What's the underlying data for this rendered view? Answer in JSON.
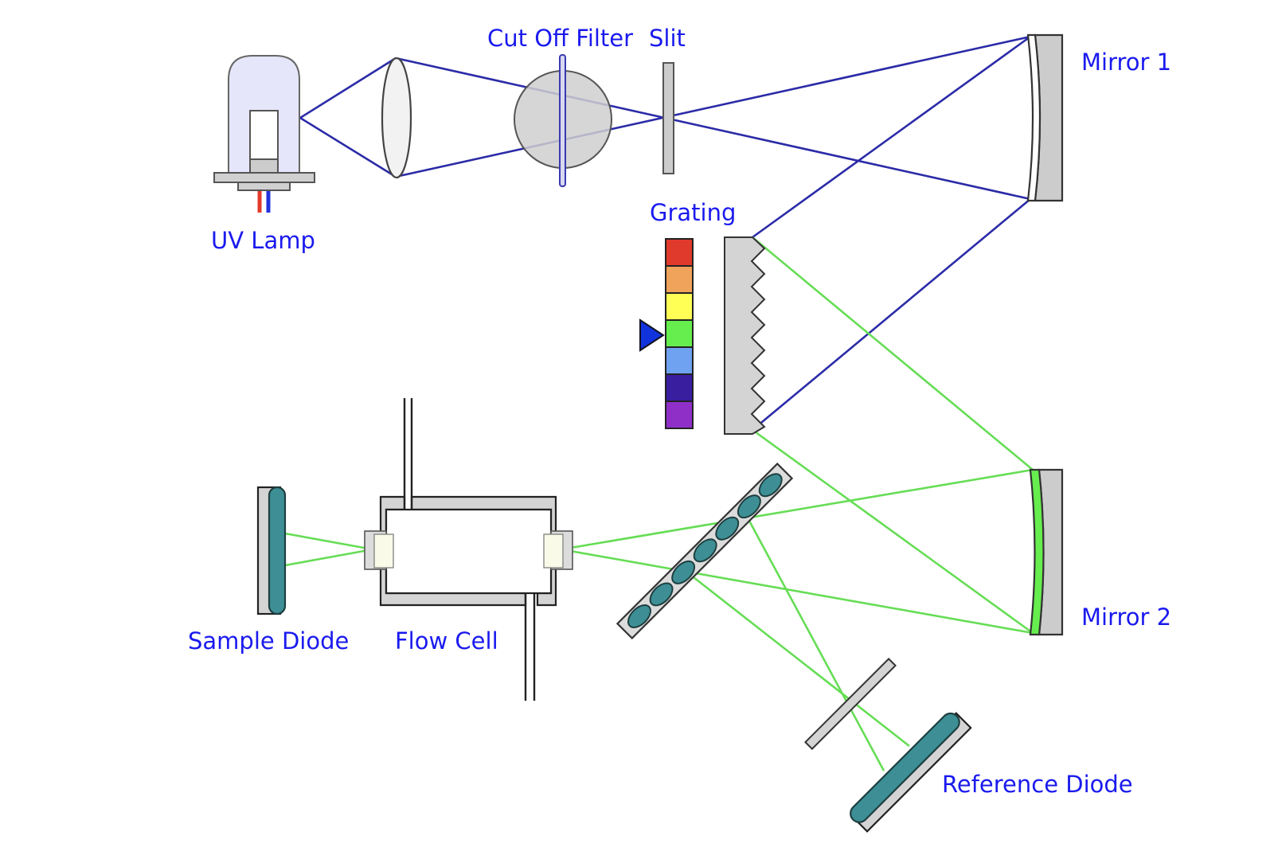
{
  "title": "UV detector optical path diagram",
  "labels": {
    "uv_lamp": "UV Lamp",
    "cut_off_filter": "Cut Off Filter",
    "slit": "Slit",
    "mirror1": "Mirror 1",
    "grating": "Grating",
    "mirror2": "Mirror 2",
    "sample_diode": "Sample Diode",
    "flow_cell": "Flow Cell",
    "reference_diode": "Reference Diode"
  },
  "colors": {
    "label": "#1a1aee",
    "uv_ray": "#2b2ba8",
    "visible_ray": "#66dd55",
    "diode": "#3d8f95",
    "metal": "#d4d4d4",
    "lamp_glass": "#e6e6fa",
    "selector_arrow": "#1133dd"
  },
  "spectrum": {
    "bands": [
      "#e03a2c",
      "#f0a35a",
      "#ffff55",
      "#66ee4e",
      "#6fa2f0",
      "#3a1ea0",
      "#8f2fc8"
    ],
    "selected_index": 3
  }
}
